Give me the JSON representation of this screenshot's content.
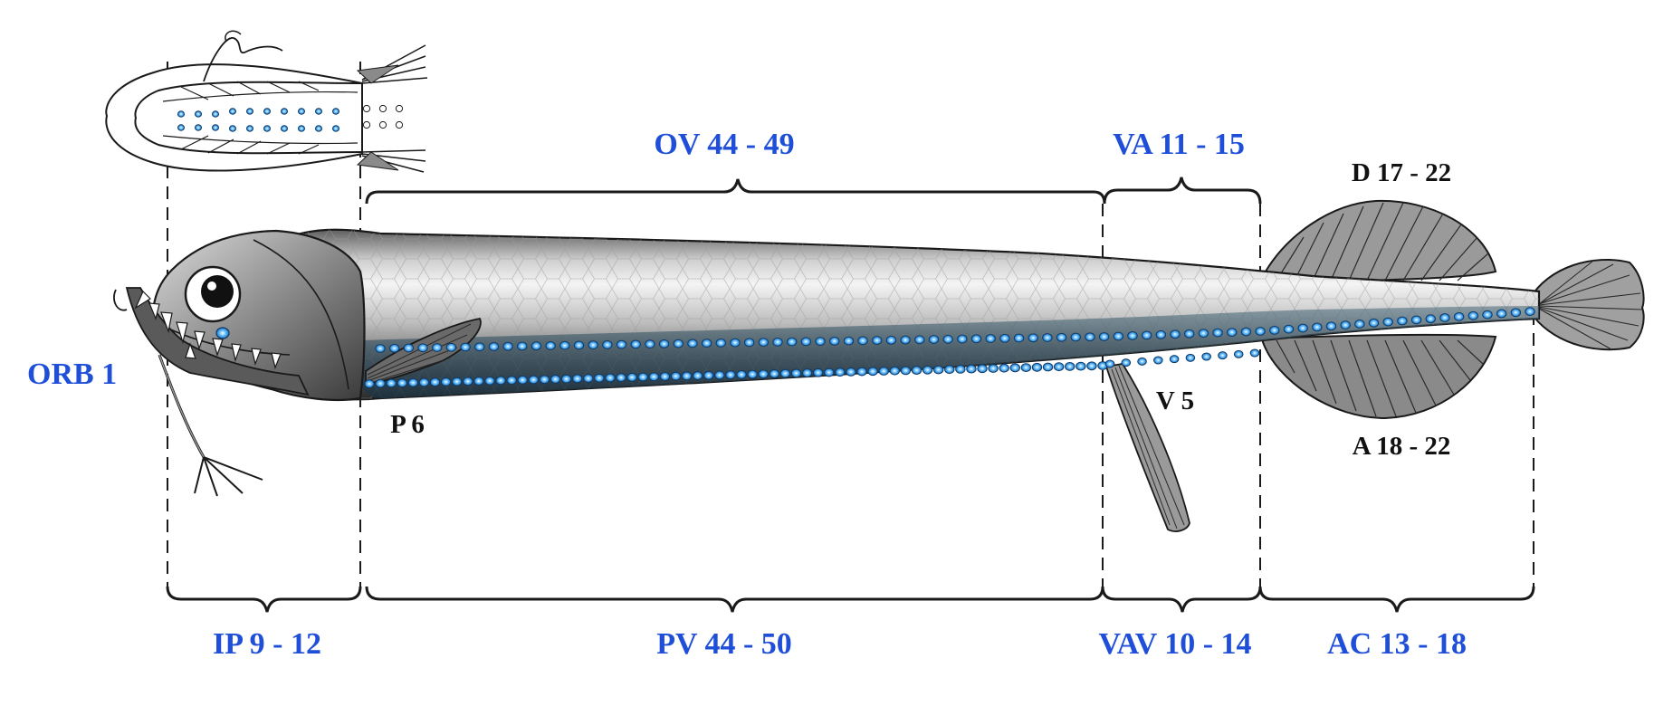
{
  "labels": {
    "orb": "ORB 1",
    "ip": "IP 9 - 12",
    "ov": "OV 44 - 49",
    "pv": "PV 44 - 50",
    "va": "VA 11 - 15",
    "vav": "VAV 10 - 14",
    "ac": "AC 13 - 18",
    "d": "D 17 - 22",
    "a": "A 18 - 22",
    "p": "P 6",
    "v": "V 5"
  },
  "colors": {
    "label_blue": "#1f4fd8",
    "label_black": "#111111",
    "photophore": "#3aa0ff",
    "outline": "#1a1a1a"
  },
  "icons": {
    "fish": "dragonfish-side-view",
    "head": "dragonfish-ventral-head-view"
  }
}
